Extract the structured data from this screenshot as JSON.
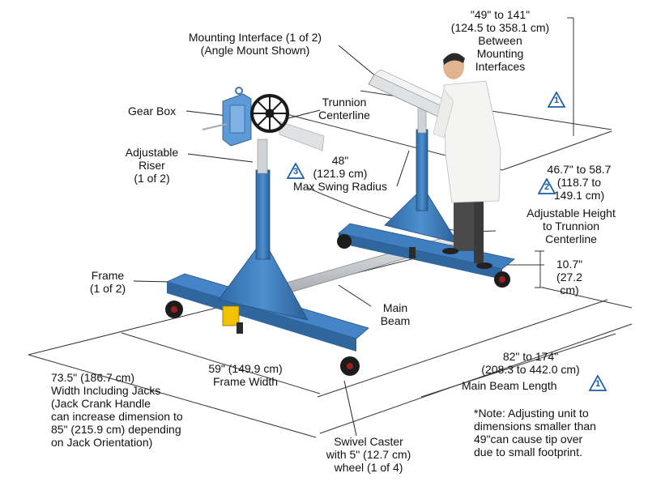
{
  "labels": {
    "mounting_interface": "Mounting Interface (1 of 2)\n(Angle Mount Shown)",
    "between_interfaces": "\"49\" to 141\"\n(124.5 to 358.1 cm)\nBetween\nMounting\nInterfaces",
    "gear_box": "Gear Box",
    "trunnion_centerline": "Trunnion\nCenterline",
    "adjustable_riser": "Adjustable\nRiser\n(1 of 2)",
    "swing_radius": "48\"\n(121.9 cm)\nMax Swing Radius",
    "height_range": "46.7\" to 58.7\n(118.7 to\n149.1 cm)",
    "adjustable_height": "Adjustable Height\nto Trunnion\nCenterline",
    "clearance": "10.7\"\n(27.2\ncm)",
    "frame": "Frame\n(1 of 2)",
    "main_beam": "Main\nBeam",
    "frame_width": "59\" (149.9 cm)\nFrame Width",
    "width_with_jacks": "73.5\" (186.7 cm)\nWidth Including Jacks\n(Jack Crank Handle\ncan increase dimension to\n85\" (215.9 cm) depending\non Jack Orientation)",
    "beam_length_dims": "82\" to 174\"\n(208.3 to 442.0 cm)",
    "beam_length_label": "Main Beam Length",
    "swivel_caster": "Swivel Caster\nwith 5\" (12.7 cm)\nwheel (1 of 4)",
    "note": "*Note: Adjusting unit to\ndimensions smaller than\n49\"can cause tip over\ndue to small footprint."
  },
  "warning_marks": {
    "mark_1": "1",
    "mark_2": "2",
    "mark_3": "3"
  },
  "colors": {
    "frame_blue": "#3a78b8",
    "beam_silver": "#c9ccd0",
    "warning_blue": "#1a5ea8",
    "caster_black": "#1c1c1c",
    "jack_yellow": "#f2c100"
  }
}
